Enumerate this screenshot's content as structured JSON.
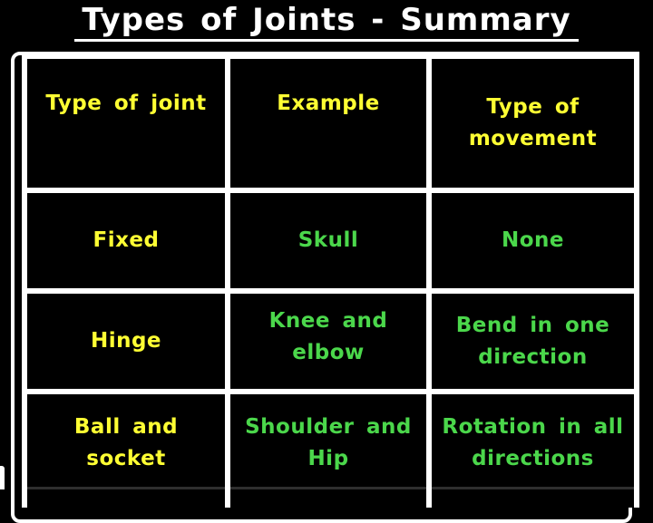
{
  "slide": {
    "title": "Types of Joints - Summary"
  },
  "table": {
    "columns": [
      "Type of joint",
      "Example",
      "Type of movement"
    ],
    "rows": [
      {
        "joint": "Fixed",
        "example": "Skull",
        "movement": "None"
      },
      {
        "joint": "Hinge",
        "example": "Knee and elbow",
        "movement": "Bend in one direction"
      },
      {
        "joint": "Ball and socket",
        "example": "Shoulder and Hip",
        "movement": "Rotation in all directions"
      }
    ]
  },
  "colors": {
    "background": "#000000",
    "frame_border": "#ffffff",
    "table_grid": "#ffffff",
    "title_text": "#ffffff",
    "header_text": "#ffff33",
    "joint_column_text": "#ffff33",
    "value_text": "#4bd74b"
  }
}
